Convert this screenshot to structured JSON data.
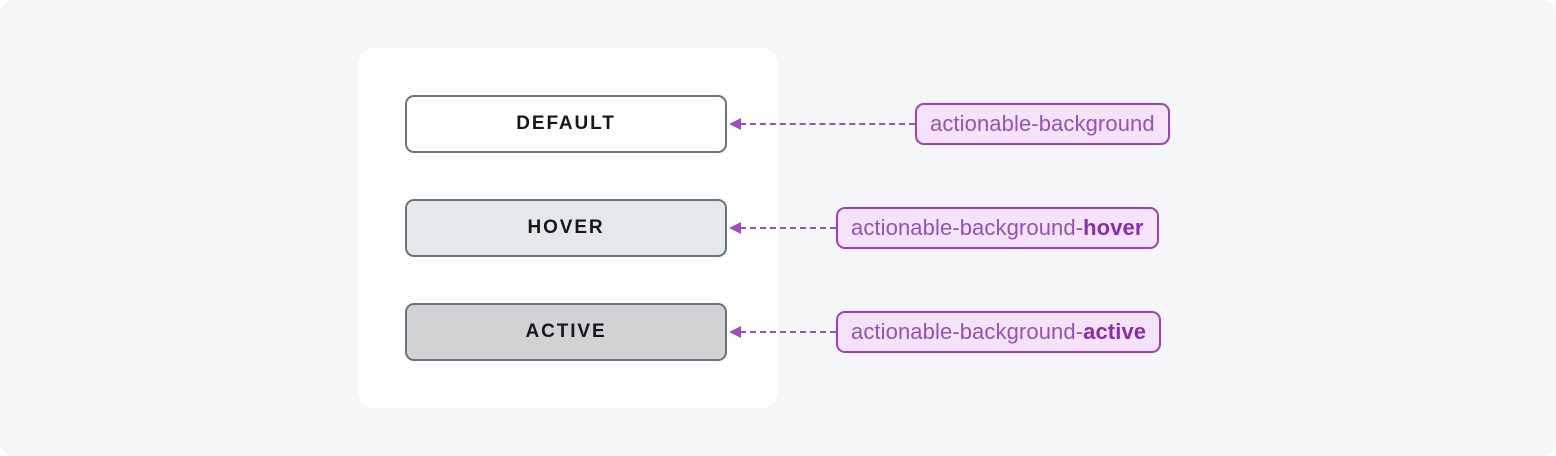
{
  "page": {
    "background_color": "#f4f6f8",
    "card_background_color": "#ffffff"
  },
  "colors": {
    "token_text": "#9551b8",
    "token_text_bold": "#8a2bb5",
    "token_border": "#9b3fc4",
    "token_fill": "#f5e3fb",
    "connector": "#a24bc4",
    "button_border": "#6b7280",
    "button_label": "#15171a"
  },
  "rows": [
    {
      "state_label": "DEFAULT",
      "button_fill": "#ffffff",
      "token_base": "actionable-background",
      "token_suffix": ""
    },
    {
      "state_label": "HOVER",
      "button_fill": "#e4e8ea",
      "token_base": "actionable-background-",
      "token_suffix": "hover"
    },
    {
      "state_label": "ACTIVE",
      "button_fill": "#d0d2d4",
      "token_base": "actionable-background-",
      "token_suffix": "active"
    }
  ]
}
